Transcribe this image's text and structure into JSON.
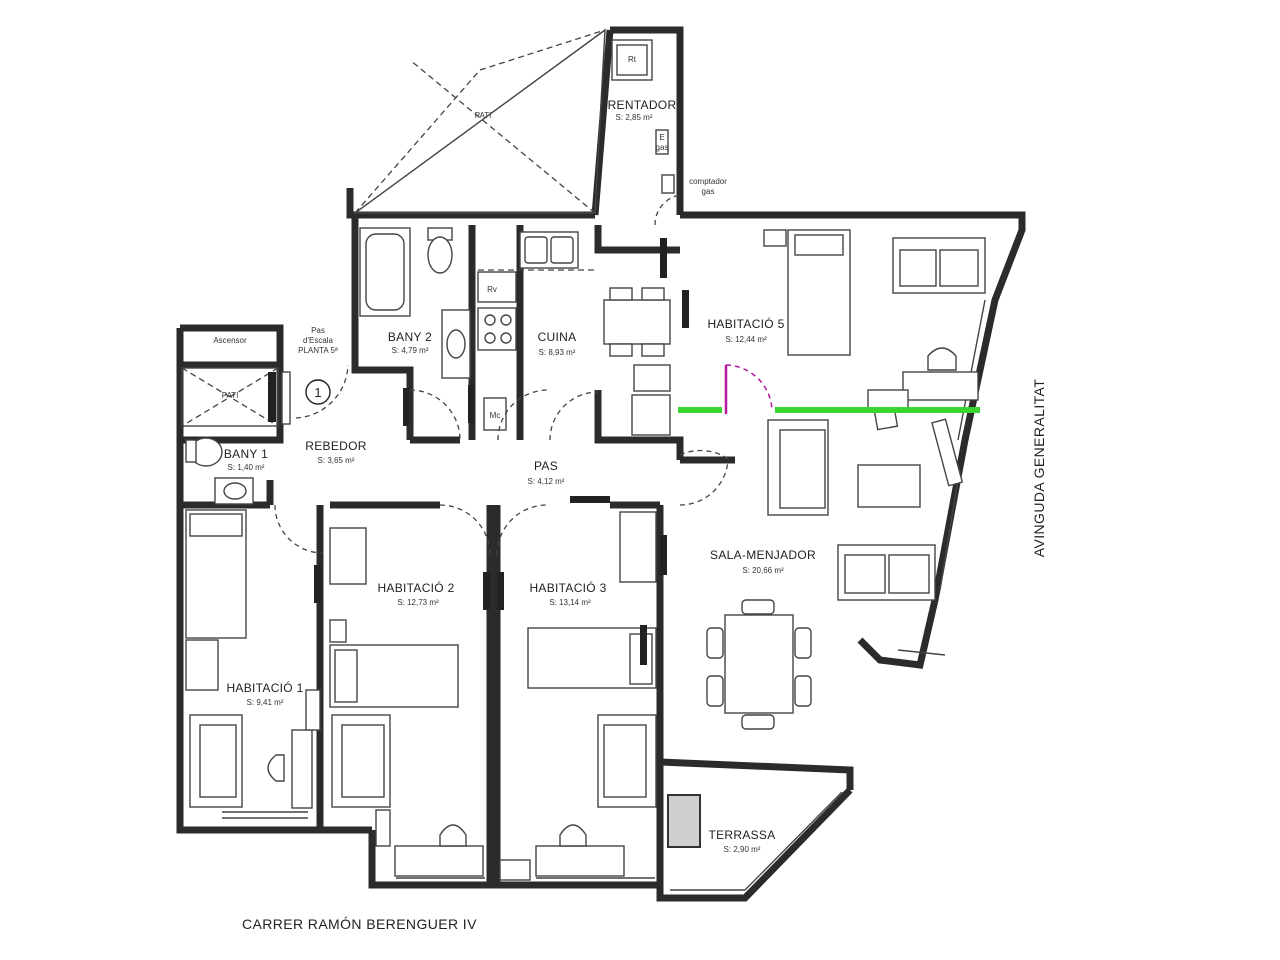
{
  "rooms": {
    "rentador": {
      "name": "RENTADOR",
      "area": "S: 2,85 m²"
    },
    "bany2": {
      "name": "BANY 2",
      "area": "S: 4,79 m²"
    },
    "cuina": {
      "name": "CUINA",
      "area": "S: 8,93 m²"
    },
    "habitacio5": {
      "name": "HABITACIÓ 5",
      "area": "S: 12,44 m²"
    },
    "rebedor": {
      "name": "REBEDOR",
      "area": "S: 3,65 m²"
    },
    "bany1": {
      "name": "BANY 1",
      "area": "S: 1,40 m²"
    },
    "pas": {
      "name": "PAS",
      "area": "S: 4,12 m²"
    },
    "habitacio2": {
      "name": "HABITACIÓ 2",
      "area": "S: 12,73 m²"
    },
    "habitacio3": {
      "name": "HABITACIÓ 3",
      "area": "S: 13,14 m²"
    },
    "salamenjador": {
      "name": "SALA-MENJADOR",
      "area": "S: 20,66 m²"
    },
    "habitacio1": {
      "name": "HABITACIÓ 1",
      "area": "S: 9,41 m²"
    },
    "terrassa": {
      "name": "TERRASSA",
      "area": "S: 2,90 m²"
    }
  },
  "labels": {
    "pati_top": "PATI",
    "pati_left": "PATI",
    "ascensor": "Ascensor",
    "pas_escala_1": "Pas",
    "pas_escala_2": "d'Escala",
    "pas_escala_3": "PLANTA 5ª",
    "marker": "1",
    "comptador_1": "comptador",
    "comptador_2": "gas",
    "rt": "Rt",
    "e_gas_1": "E",
    "e_gas_2": "gas",
    "rv": "Rv",
    "mc": "Mc"
  },
  "streets": {
    "bottom": "CARRER RAMÓN BERENGUER IV",
    "right": "AVINGUDA GENERALITAT"
  },
  "colors": {
    "wall": "#2b2b2b",
    "new_wall": "#39d633",
    "new_door": "#b5179e"
  }
}
